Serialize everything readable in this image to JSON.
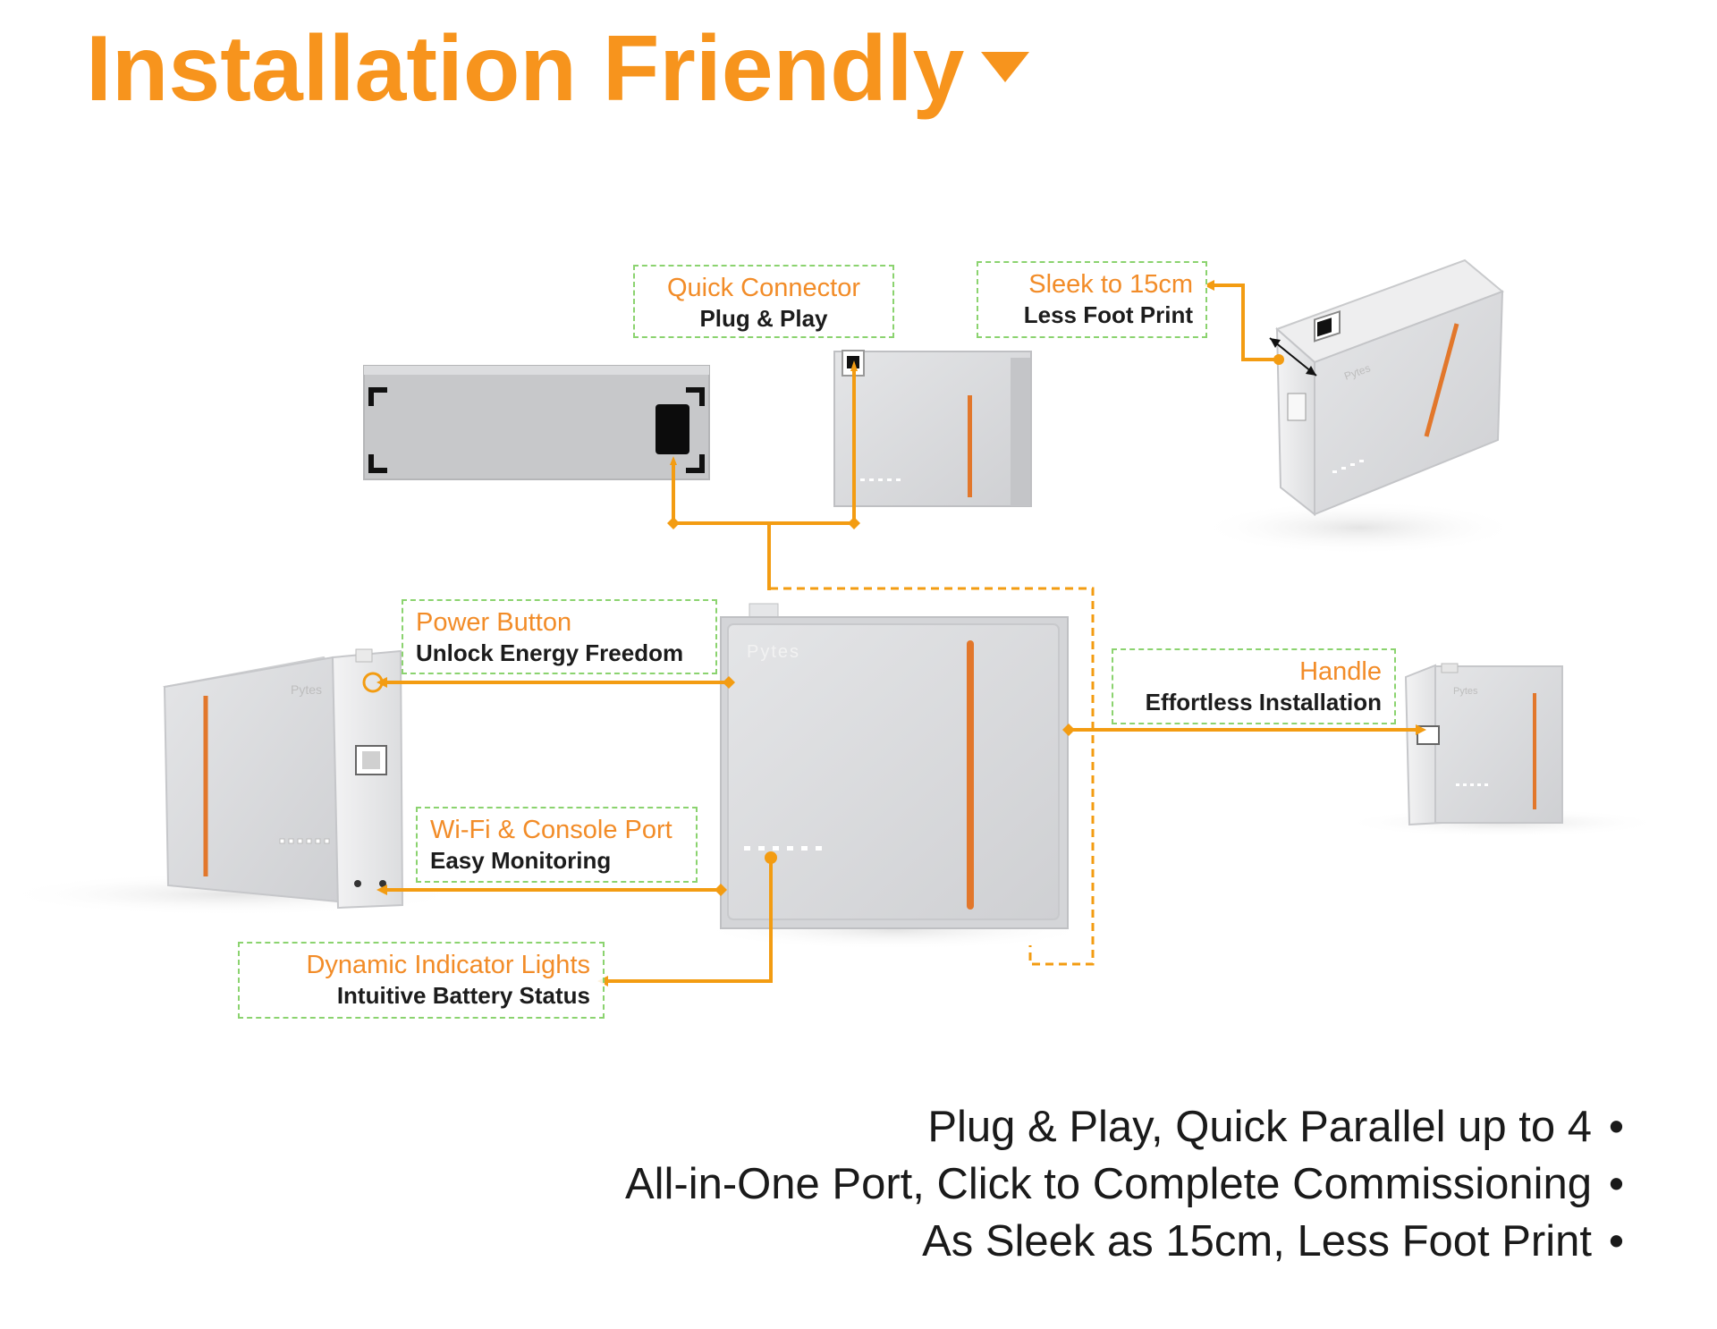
{
  "header": {
    "title": "Installation Friendly",
    "dropdown_icon": "caret-down-icon"
  },
  "colors": {
    "accent": "#f7941d",
    "connector": "#f39c12",
    "callout_border": "#8bd36f",
    "battery_body": "#d6d7d9",
    "battery_light": "#eceded",
    "stripe": "#e2772b"
  },
  "callouts": {
    "quick_connector": {
      "heading": "Quick Connector",
      "sub": "Plug & Play"
    },
    "sleek": {
      "heading": "Sleek to 15cm",
      "sub": "Less Foot Print"
    },
    "power_button": {
      "heading": "Power Button",
      "sub": "Unlock Energy Freedom"
    },
    "handle": {
      "heading": "Handle",
      "sub": "Effortless Installation"
    },
    "wifi": {
      "heading": "Wi-Fi & Console Port",
      "sub": "Easy Monitoring"
    },
    "indicator": {
      "heading": "Dynamic Indicator Lights",
      "sub": "Intuitive Battery Status"
    }
  },
  "product": {
    "brand_label": "Pytes"
  },
  "bullets": [
    "Plug & Play, Quick Parallel up to 4",
    "All-in-One Port, Click to Complete Commissioning",
    "As Sleek as 15cm, Less Foot Print"
  ],
  "bullet_marker": "•"
}
